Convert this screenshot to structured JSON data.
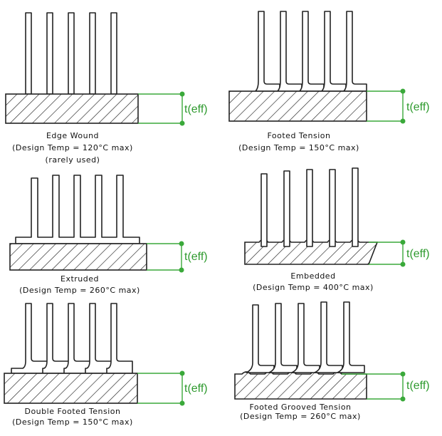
{
  "colors": {
    "dimension": "#3aa93a",
    "dimension_text": "#2e9a2e",
    "outline": "#222222"
  },
  "dimension_label": "t(eff)",
  "panels": [
    {
      "key": "edge_wound",
      "fin_style": "plain",
      "lines": [
        "Edge Wound",
        "(Design Temp = 120°C max)",
        "(rarely used)"
      ]
    },
    {
      "key": "footed_tension",
      "fin_style": "footed",
      "lines": [
        "Footed Tension",
        "(Design Temp = 150°C max)"
      ]
    },
    {
      "key": "extruded",
      "fin_style": "extruded",
      "lines": [
        "Extruded",
        "(Design Temp = 260°C max)"
      ]
    },
    {
      "key": "embedded",
      "fin_style": "embedded",
      "lines": [
        "Embedded",
        "(Design Temp = 400°C max)"
      ]
    },
    {
      "key": "double_footed_tension",
      "fin_style": "double_footed",
      "lines": [
        "Double Footed Tension",
        "(Design Temp = 150°C max)"
      ]
    },
    {
      "key": "footed_grooved_tension",
      "fin_style": "footed_grooved",
      "lines": [
        "Footed Grooved Tension",
        "(Design Temp = 260°C max)"
      ]
    }
  ]
}
